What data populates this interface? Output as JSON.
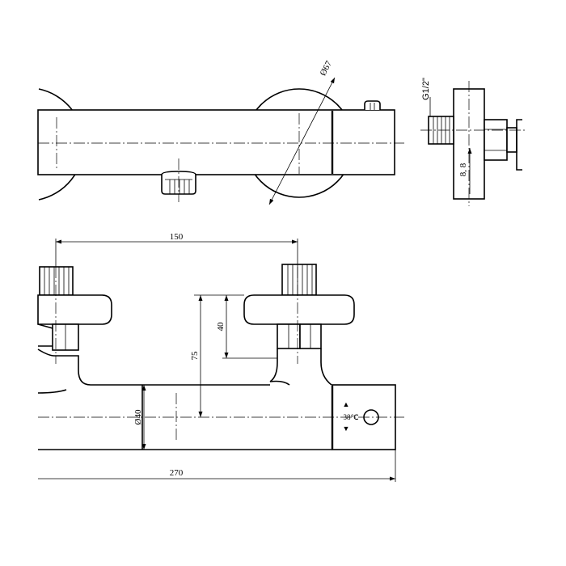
{
  "dimensions": {
    "valve_diameter": "Ø67",
    "thread_size": "G1/2\"",
    "nut_offset": "8, 8",
    "center_distance": "150",
    "eccentric_height": "40",
    "inlet_height": "75",
    "body_diameter": "Ø40",
    "total_length": "270"
  },
  "temperature": {
    "preset": "38℃",
    "up_marker": "▲",
    "down_marker": "▼"
  }
}
